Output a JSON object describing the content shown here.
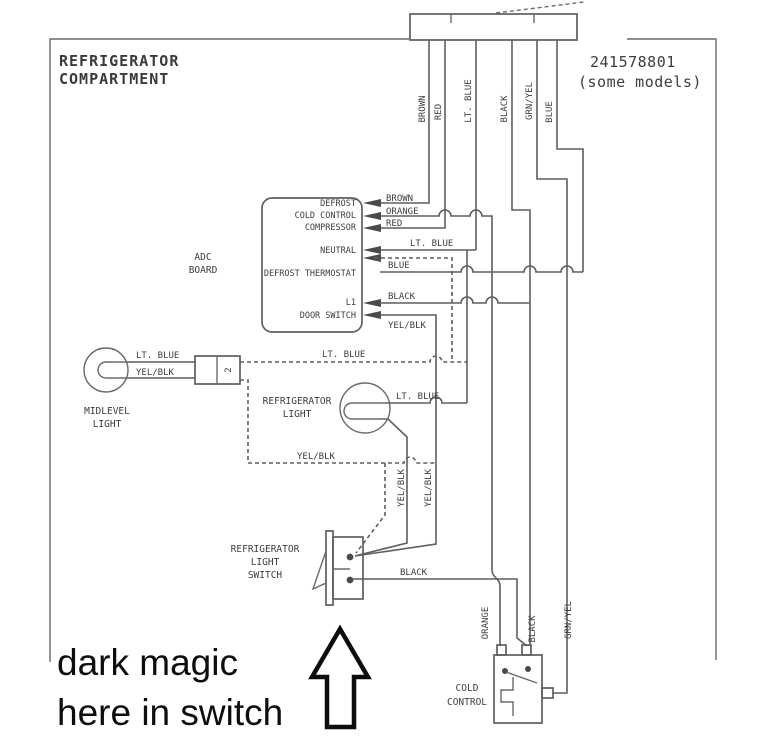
{
  "title": {
    "line1": "REFRIGERATOR",
    "line2": "COMPARTMENT"
  },
  "part": {
    "number": "241578801",
    "note": "(some models)"
  },
  "connector": {
    "wires": [
      "BROWN",
      "RED",
      "LT. BLUE",
      "BLACK",
      "GRN/YEL",
      "BLUE"
    ]
  },
  "board": {
    "name1": "ADC",
    "name2": "BOARD",
    "pins": {
      "defrost": "DEFROST",
      "cold_control": "COLD CONTROL",
      "compressor": "COMPRESSOR",
      "neutral": "NEUTRAL",
      "defrost_thermostat": "DEFROST THERMOSTAT",
      "l1": "L1",
      "door_switch": "DOOR SWITCH"
    }
  },
  "wires": {
    "brown": "BROWN",
    "orange": "ORANGE",
    "red": "RED",
    "lt_blue": "LT. BLUE",
    "blue": "BLUE",
    "black": "BLACK",
    "yel_blk": "YEL/BLK",
    "grn_yel": "GRN/YEL"
  },
  "components": {
    "midlevel1": "MIDLEVEL",
    "midlevel2": "LIGHT",
    "fridge1": "REFRIGERATOR",
    "fridge2": "LIGHT",
    "switch1": "REFRIGERATOR",
    "switch2": "LIGHT",
    "switch3": "SWITCH",
    "cold1": "COLD",
    "cold2": "CONTROL",
    "connector_pin": "2"
  },
  "annotation": {
    "line1": "dark magic",
    "line2": "here in switch"
  },
  "colors": {
    "wire": "#5f5f5f",
    "text": "#3d3d3d",
    "annotation": "#0d0d0d"
  }
}
